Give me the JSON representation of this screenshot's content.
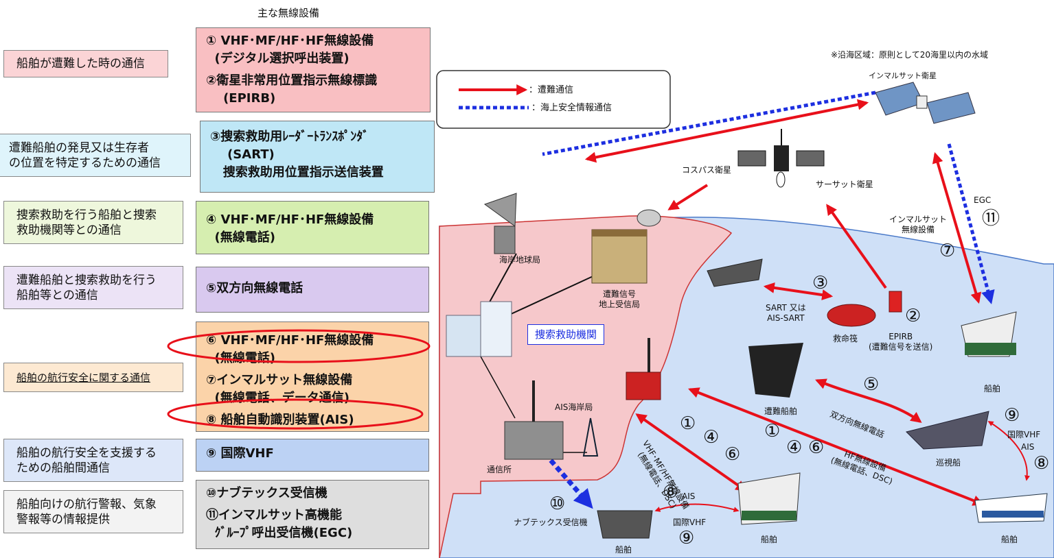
{
  "heading": "主な無線設備",
  "categories": [
    {
      "label": "船舶が遭難した時の通信"
    },
    {
      "label": "遭難船舶の発見又は生存者\nの位置を特定するための通信"
    },
    {
      "label": "捜索救助を行う船舶と捜索\n救助機関等との通信"
    },
    {
      "label": "遭難船舶と捜索救助を行う\n船舶等との通信"
    },
    {
      "label": "船舶の航行安全に関する通信"
    },
    {
      "label": "船舶の航行安全を支援する\nための船舶間通信"
    },
    {
      "label": "船舶向けの航行警報、気象\n警報等の情報提供"
    }
  ],
  "equipment": [
    {
      "lines": [
        "① VHF･MF/HF･HF無線設備",
        "  (デジタル選択呼出装置)",
        "②衛星非常用位置指示無線標識",
        "    (EPIRB)"
      ]
    },
    {
      "lines": [
        "③捜索救助用ﾚｰﾀﾞｰﾄﾗﾝｽﾎﾟﾝﾀﾞ",
        "    (SART)",
        "   捜索救助用位置指示送信装置"
      ]
    },
    {
      "lines": [
        "④ VHF･MF/HF･HF無線設備",
        "  (無線電話)"
      ]
    },
    {
      "lines": [
        "⑤双方向無線電話"
      ]
    },
    {
      "lines": [
        "⑥ VHF･MF/HF･HF無線設備",
        "  (無線電話)",
        "⑦インマルサット無線設備",
        "  (無線電話、データ通信)",
        "⑧ 船舶自動識別装置(AIS)"
      ]
    },
    {
      "lines": [
        "⑨ 国際VHF"
      ]
    },
    {
      "lines": [
        "⑩ナブテックス受信機",
        "⑪インマルサット高機能",
        "  ｸﾞﾙｰﾌﾟ呼出受信機(EGC)"
      ]
    }
  ],
  "legend": {
    "distress": "：遭難通信",
    "msi": "：海上安全情報通信"
  },
  "note": "※沿海区域：原則として20海里以内の水域",
  "labels": {
    "inmarsat_sat": "インマルサット衛星",
    "cospas": "コスパス衛星",
    "sarsat": "サーサット衛星",
    "coast_earth": "海岸地球局",
    "ground_rx": "遭難信号\n地上受信局",
    "rescue_center": "捜索救助機関",
    "ais_coast": "AIS海岸局",
    "tsushinjo": "通信所",
    "navtex_rx": "ナブテックス受信機",
    "sart": "SART 又は\nAIS-SART",
    "liferaft": "救命筏",
    "epirb": "EPIRB\n(遭難信号を送信)",
    "distress_ship": "遭難船舶",
    "two_way": "双方向無線電話",
    "patrol": "巡視船",
    "ship": "船舶",
    "egc": "EGC",
    "inmarsat_radio": "インマルサット\n無線設備",
    "intl_vhf": "国際VHF",
    "ais": "AIS",
    "vhf_eq": "VHF･MF/HF無線設備\n(無線電話、DSC)",
    "hf_eq": "HF無線設備\n(無線電話、DSC)"
  },
  "numbers": {
    "n1": "①",
    "n2": "②",
    "n3": "③",
    "n4": "④",
    "n5": "⑤",
    "n6": "⑥",
    "n7": "⑦",
    "n8": "⑧",
    "n9": "⑨",
    "n10": "⑩",
    "n11": "⑪"
  },
  "colors": {
    "distress": "#e8101a",
    "msi": "#1d2fe0",
    "cat_pink": "#fbd4d6",
    "eq_pink": "#f9bfc2",
    "cat_cyan": "#dff4fb",
    "eq_cyan": "#bfe7f6",
    "cat_green": "#eef7dc",
    "eq_green": "#d6eeb0",
    "cat_purple": "#ece3f6",
    "eq_purple": "#d9c9ef",
    "cat_orange": "#fde9d2",
    "eq_orange": "#fbd3a9",
    "cat_blue": "#dde7f9",
    "eq_blue": "#bcd2f4",
    "cat_grey": "#f3f3f3",
    "eq_grey": "#dedede",
    "sea": "#cfe0f7",
    "land": "#f6c8cb"
  }
}
